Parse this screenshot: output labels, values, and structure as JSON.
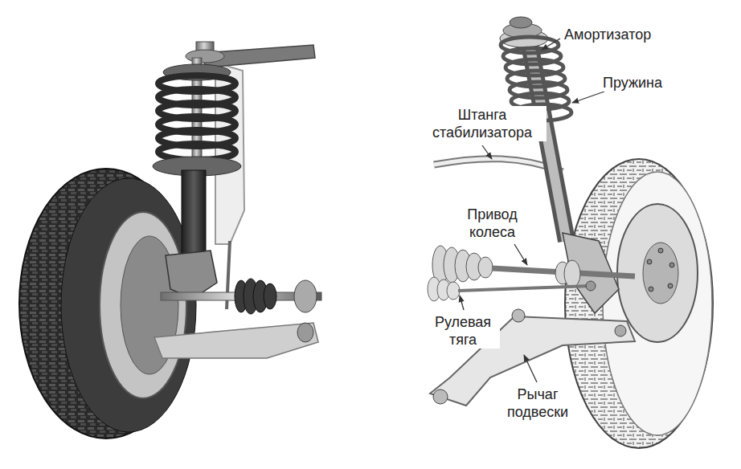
{
  "diagram": {
    "labels": [
      "Амортизатор",
      "Пружина",
      "Штанга стабилизатора",
      "Привод колеса",
      "Рулевая тяга",
      "Рычаг подвески"
    ]
  }
}
